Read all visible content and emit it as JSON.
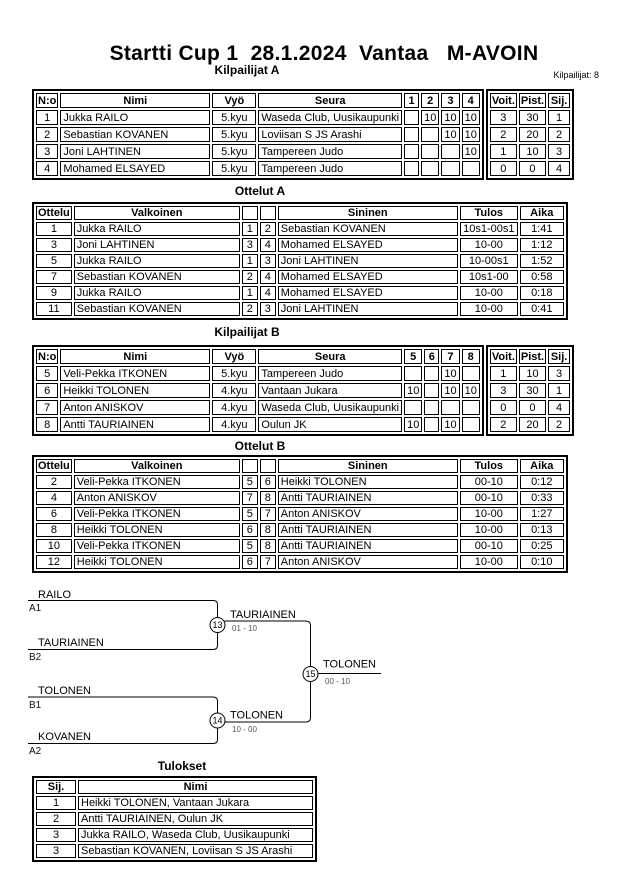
{
  "header": {
    "title": "Startti Cup 1  28.1.2024  Vantaa   M-AVOIN",
    "competitors_label": "Kilpailijat: 8"
  },
  "competitors_a": {
    "title": "Kilpailijat A",
    "head": {
      "no": "N:o",
      "name": "Nimi",
      "belt": "Vyö",
      "club": "Seura"
    },
    "score_head": [
      "1",
      "2",
      "3",
      "4"
    ],
    "res_head": {
      "wins": "Voit.",
      "points": "Pist.",
      "place": "Sij."
    },
    "rows": [
      {
        "no": "1",
        "name": "Jukka RAILO",
        "belt": "5.kyu",
        "club": "Waseda Club, Uusikaupunki",
        "scores": [
          "",
          "10",
          "10",
          "10"
        ],
        "wins": "3",
        "points": "30",
        "place": "1"
      },
      {
        "no": "2",
        "name": "Sebastian KOVANEN",
        "belt": "5.kyu",
        "club": "Loviisan S JS Arashi",
        "scores": [
          "",
          "",
          "10",
          "10"
        ],
        "wins": "2",
        "points": "20",
        "place": "2"
      },
      {
        "no": "3",
        "name": "Joni LAHTINEN",
        "belt": "5.kyu",
        "club": "Tampereen Judo",
        "scores": [
          "",
          "",
          "",
          "10"
        ],
        "wins": "1",
        "points": "10",
        "place": "3"
      },
      {
        "no": "4",
        "name": "Mohamed ELSAYED",
        "belt": "5.kyu",
        "club": "Tampereen Judo",
        "scores": [
          "",
          "",
          "",
          ""
        ],
        "wins": "0",
        "points": "0",
        "place": "4"
      }
    ]
  },
  "matches_a": {
    "title": "Ottelut A",
    "head": {
      "match": "Ottelu",
      "white": "Valkoinen",
      "blue": "Sininen",
      "result": "Tulos",
      "time": "Aika"
    },
    "rows": [
      {
        "no": "1",
        "white": "Jukka RAILO",
        "white_no": "1",
        "blue_no": "2",
        "blue": "Sebastian KOVANEN",
        "result": "10s1-00s1",
        "time": "1:41"
      },
      {
        "no": "3",
        "white": "Joni LAHTINEN",
        "white_no": "3",
        "blue_no": "4",
        "blue": "Mohamed ELSAYED",
        "result": "10-00",
        "time": "1:12"
      },
      {
        "no": "5",
        "white": "Jukka RAILO",
        "white_no": "1",
        "blue_no": "3",
        "blue": "Joni LAHTINEN",
        "result": "10-00s1",
        "time": "1:52"
      },
      {
        "no": "7",
        "white": "Sebastian KOVANEN",
        "white_no": "2",
        "blue_no": "4",
        "blue": "Mohamed ELSAYED",
        "result": "10s1-00",
        "time": "0:58"
      },
      {
        "no": "9",
        "white": "Jukka RAILO",
        "white_no": "1",
        "blue_no": "4",
        "blue": "Mohamed ELSAYED",
        "result": "10-00",
        "time": "0:18"
      },
      {
        "no": "11",
        "white": "Sebastian KOVANEN",
        "white_no": "2",
        "blue_no": "3",
        "blue": "Joni LAHTINEN",
        "result": "10-00",
        "time": "0:41"
      }
    ]
  },
  "competitors_b": {
    "title": "Kilpailijat B",
    "head": {
      "no": "N:o",
      "name": "Nimi",
      "belt": "Vyö",
      "club": "Seura"
    },
    "score_head": [
      "5",
      "6",
      "7",
      "8"
    ],
    "res_head": {
      "wins": "Voit.",
      "points": "Pist.",
      "place": "Sij."
    },
    "rows": [
      {
        "no": "5",
        "name": "Veli-Pekka ITKONEN",
        "belt": "5.kyu",
        "club": "Tampereen Judo",
        "scores": [
          "",
          "",
          "10",
          ""
        ],
        "wins": "1",
        "points": "10",
        "place": "3"
      },
      {
        "no": "6",
        "name": "Heikki TOLONEN",
        "belt": "4.kyu",
        "club": "Vantaan Jukara",
        "scores": [
          "10",
          "",
          "10",
          "10"
        ],
        "wins": "3",
        "points": "30",
        "place": "1"
      },
      {
        "no": "7",
        "name": "Anton ANISKOV",
        "belt": "4.kyu",
        "club": "Waseda Club, Uusikaupunki",
        "scores": [
          "",
          "",
          "",
          ""
        ],
        "wins": "0",
        "points": "0",
        "place": "4"
      },
      {
        "no": "8",
        "name": "Antti TAURIAINEN",
        "belt": "4.kyu",
        "club": "Oulun JK",
        "scores": [
          "10",
          "",
          "10",
          ""
        ],
        "wins": "2",
        "points": "20",
        "place": "2"
      }
    ]
  },
  "matches_b": {
    "title": "Ottelut B",
    "head": {
      "match": "Ottelu",
      "white": "Valkoinen",
      "blue": "Sininen",
      "result": "Tulos",
      "time": "Aika"
    },
    "rows": [
      {
        "no": "2",
        "white": "Veli-Pekka ITKONEN",
        "white_no": "5",
        "blue_no": "6",
        "blue": "Heikki TOLONEN",
        "result": "00-10",
        "time": "0:12"
      },
      {
        "no": "4",
        "white": "Anton ANISKOV",
        "white_no": "7",
        "blue_no": "8",
        "blue": "Antti TAURIAINEN",
        "result": "00-10",
        "time": "0:33"
      },
      {
        "no": "6",
        "white": "Veli-Pekka ITKONEN",
        "white_no": "5",
        "blue_no": "7",
        "blue": "Anton ANISKOV",
        "result": "10-00",
        "time": "1:27"
      },
      {
        "no": "8",
        "white": "Heikki TOLONEN",
        "white_no": "6",
        "blue_no": "8",
        "blue": "Antti TAURIAINEN",
        "result": "10-00",
        "time": "0:13"
      },
      {
        "no": "10",
        "white": "Veli-Pekka ITKONEN",
        "white_no": "5",
        "blue_no": "8",
        "blue": "Antti TAURIAINEN",
        "result": "00-10",
        "time": "0:25"
      },
      {
        "no": "12",
        "white": "Heikki TOLONEN",
        "white_no": "6",
        "blue_no": "7",
        "blue": "Anton ANISKOV",
        "result": "10-00",
        "time": "0:10"
      }
    ]
  },
  "bracket": {
    "sf1": {
      "top_name": "RAILO",
      "top_seed": "A1",
      "bottom_name": "TAURIAINEN",
      "bottom_seed": "B2",
      "match_no": "13",
      "winner": "TAURIAINEN",
      "score": "01 - 10"
    },
    "sf2": {
      "top_name": "TOLONEN",
      "top_seed": "B1",
      "bottom_name": "KOVANEN",
      "bottom_seed": "A2",
      "match_no": "14",
      "winner": "TOLONEN",
      "score": "10 - 00"
    },
    "final": {
      "match_no": "15",
      "winner": "TOLONEN",
      "score": "00 - 10"
    }
  },
  "results": {
    "title": "Tulokset",
    "head": {
      "place": "Sij.",
      "name": "Nimi"
    },
    "rows": [
      {
        "place": "1",
        "name": "Heikki TOLONEN, Vantaan Jukara"
      },
      {
        "place": "2",
        "name": "Antti TAURIAINEN, Oulun JK"
      },
      {
        "place": "3",
        "name": "Jukka RAILO, Waseda Club, Uusikaupunki"
      },
      {
        "place": "3",
        "name": "Sebastian KOVANEN, Loviisan S JS Arashi"
      }
    ]
  }
}
